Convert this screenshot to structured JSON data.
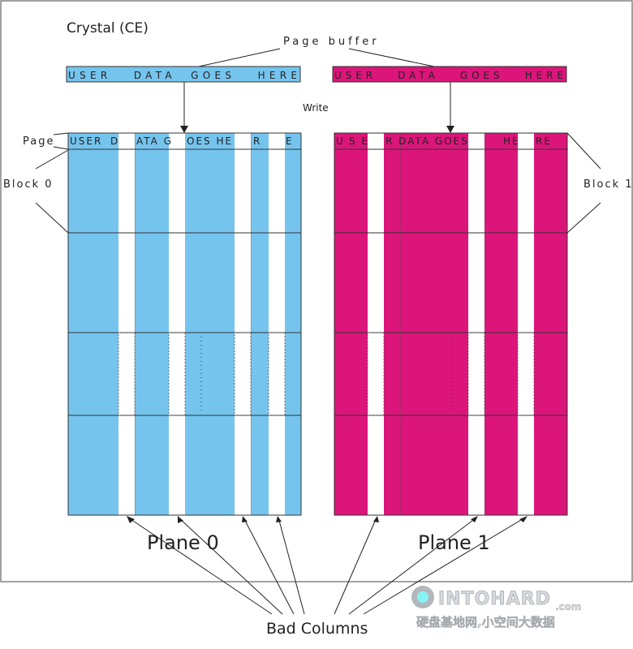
{
  "title": "Crystal (CE)",
  "page_buffer_label": "Page buffer",
  "write_label": "Write",
  "page_label": "Page",
  "bad_columns_label": "Bad Columns",
  "colors": {
    "plane0": "#75c4ee",
    "plane1": "#dc157b",
    "frame": "#333333"
  },
  "buffers": [
    {
      "text": "USER   DATA  GOES   HERE"
    },
    {
      "text": "USER   DATA   GOES   HERE"
    }
  ],
  "planes": [
    {
      "name": "Plane 0",
      "block_label": "Block 0",
      "page_segments": [
        "USER",
        "D",
        "ATA G",
        "OES  HE",
        "R",
        "E"
      ]
    },
    {
      "name": "Plane 1",
      "block_label": "Block 1",
      "page_segments": [
        "U",
        "S E",
        "R  DATA  GOES",
        "",
        "HE",
        "RE"
      ]
    }
  ],
  "watermark": {
    "brand": "INTOHARD",
    "suffix": ".com",
    "subtitle": "硬盘基地网,小空间大数据"
  }
}
